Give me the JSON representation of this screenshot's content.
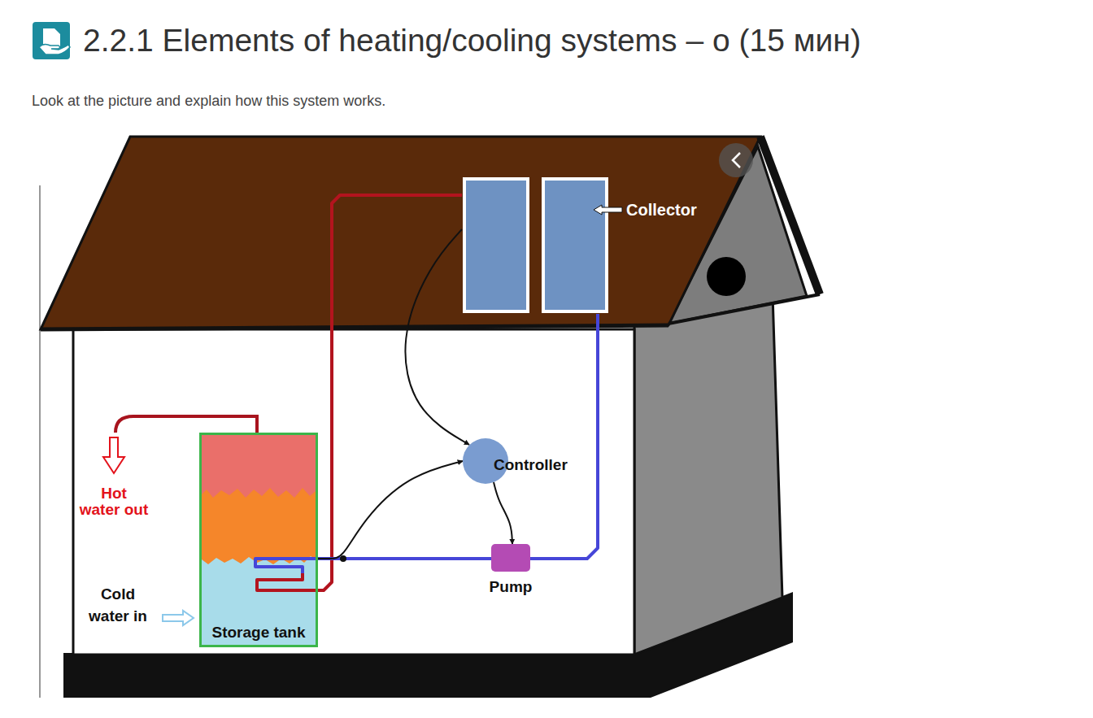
{
  "diagram": {
    "title": "2.2.1 Elements of heating/cooling systems – o (15 мин)",
    "nodes": [
      {
        "text": [
          "Collector"
        ]
      },
      {
        "text": [
          "Controller"
        ]
      },
      {
        "text": [
          "Pump"
        ]
      },
      {
        "text": [
          "Storage tank"
        ]
      }
    ],
    "edges": [
      {
        "from": 0,
        "to": 3,
        "arrow": "none"
      },
      {
        "from": 3,
        "to": 2,
        "arrow": "none"
      },
      {
        "from": 2,
        "to": 0,
        "arrow": "none"
      },
      {
        "from": 0,
        "to": 1,
        "arrow": "to"
      },
      {
        "from": 3,
        "to": 1,
        "arrow": "to"
      },
      {
        "from": 1,
        "to": 2,
        "arrow": "to"
      }
    ],
    "labels": [
      "Look at the picture and explain how this system works.",
      "Hot water out",
      "Cold water in"
    ]
  }
}
